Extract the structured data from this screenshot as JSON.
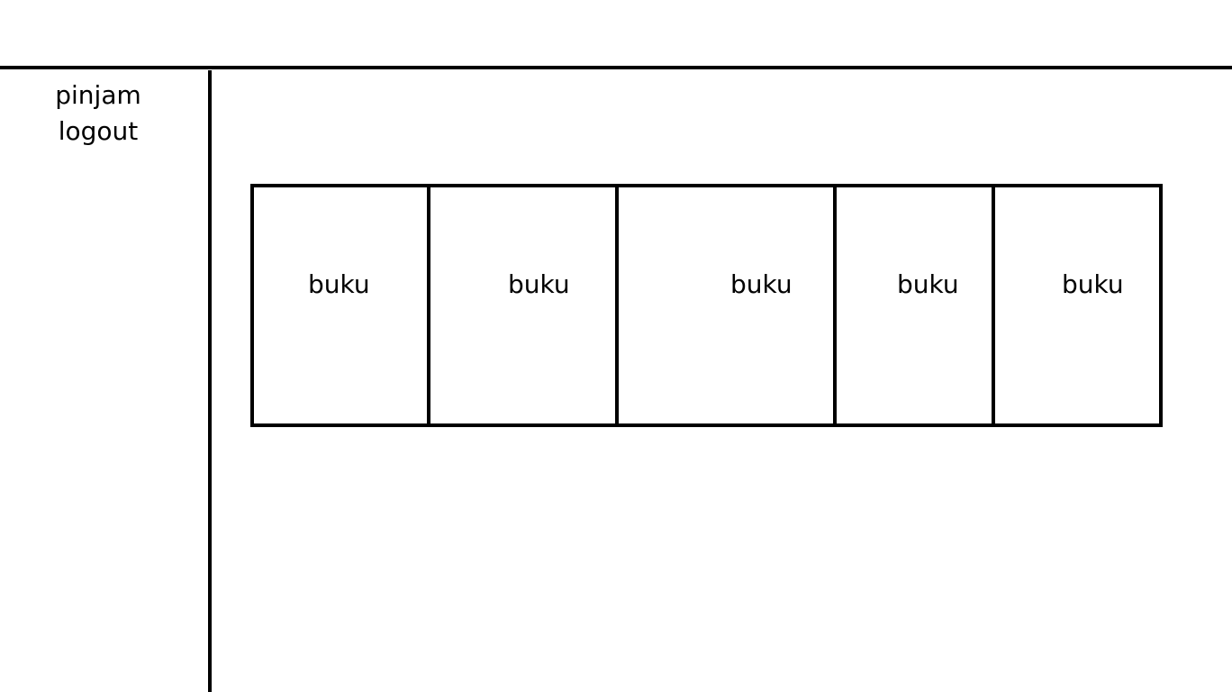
{
  "sidebar": {
    "items": [
      {
        "label": "pinjam"
      },
      {
        "label": "logout"
      }
    ]
  },
  "books": [
    {
      "label": "buku"
    },
    {
      "label": "buku"
    },
    {
      "label": "buku"
    },
    {
      "label": "buku"
    },
    {
      "label": "buku"
    }
  ],
  "colors": {
    "background": "#ffffff",
    "line": "#000000",
    "text": "#000000"
  }
}
